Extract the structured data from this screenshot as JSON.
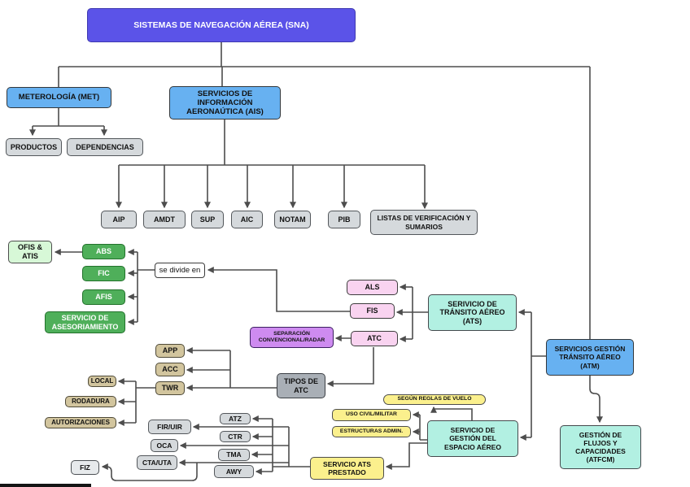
{
  "diagram_title": "SISTEMAS DE NAVEGACIÓN AÉREA (SNA)",
  "palette": {
    "root_purple": "#5b53e8",
    "branch_blue": "#67b1f1",
    "service_teal": "#b2f0e2",
    "ais_green": "#4faf5a",
    "ais_lightgreen": "#d7f8d7",
    "ats_pink": "#f9d3f0",
    "separation_magenta": "#ce8bf0",
    "atc_tan": "#d2c59e",
    "airspace_yellow": "#fbf08d",
    "generic_gray": "#d5d9dc",
    "tipos_gray": "#a9afb6",
    "connector": "#4d4d4d"
  },
  "nodes": {
    "sna": {
      "label": "SISTEMAS DE NAVEGACIÓN AÉREA (SNA)"
    },
    "met": {
      "label": "METEROLOGÍA (MET)"
    },
    "ais": {
      "label": "SERVICIOS DE\nINFORMACIÓN\nAERONAÚTICA (AIS)"
    },
    "productos": {
      "label": "PRODUCTOS"
    },
    "dependencias": {
      "label": "DEPENDENCIAS"
    },
    "aip": {
      "label": "AIP"
    },
    "amdt": {
      "label": "AMDT"
    },
    "sup": {
      "label": "SUP"
    },
    "aic": {
      "label": "AIC"
    },
    "notam": {
      "label": "NOTAM"
    },
    "pib": {
      "label": "PIB"
    },
    "listas": {
      "label": "LISTAS DE VERIFICACIÓN Y\nSUMARIOS"
    },
    "ofis_atis": {
      "label": "OFIS &\nATIS"
    },
    "abs": {
      "label": "ABS"
    },
    "fic": {
      "label": "FIC"
    },
    "afis": {
      "label": "AFIS"
    },
    "asesoramiento": {
      "label": "SERVICIO DE\nASESORIAMIENTO"
    },
    "se_divide_en": {
      "label": "se divide en"
    },
    "als": {
      "label": "ALS"
    },
    "fis": {
      "label": "FIS"
    },
    "atc": {
      "label": "ATC"
    },
    "separacion": {
      "label": "SEPARACIÓN\nCONVENCIONAL/RADAR"
    },
    "ats": {
      "label": "SERIVICIO DE\nTRÁNSITO AÉREO\n(ATS)"
    },
    "atm": {
      "label": "SERVICIOS GESTIÓN\nTRÁNSITO AÉREO\n(ATM)"
    },
    "atfcm": {
      "label": "GESTIÓN DE\nFLUJOS Y\nCAPACIDADES\n(ATFCM)"
    },
    "espacio": {
      "label": "SERVICIO DE\nGESTIÓN DEL\nESPACIO AÉREO"
    },
    "tipos_atc": {
      "label": "TIPOS DE\nATC"
    },
    "app": {
      "label": "APP"
    },
    "acc": {
      "label": "ACC"
    },
    "twr": {
      "label": "TWR"
    },
    "local": {
      "label": "LOCAL"
    },
    "rodadura": {
      "label": "RODADURA"
    },
    "autorizaciones": {
      "label": "AUTORIZACIONES"
    },
    "atz": {
      "label": "ATZ"
    },
    "fir_uir": {
      "label": "FIR/UIR"
    },
    "ctr": {
      "label": "CTR"
    },
    "oca": {
      "label": "OCA"
    },
    "tma": {
      "label": "TMA"
    },
    "cta_uta": {
      "label": "CTA/UTA"
    },
    "awy": {
      "label": "AWY"
    },
    "fiz": {
      "label": "FIZ"
    },
    "segun_reglas": {
      "label": "SEGÚN REGLAS DE VUELO"
    },
    "uso_civil": {
      "label": "USO CIVIL/MILITAR"
    },
    "estructuras": {
      "label": "ESTRUCTURAS ADMIN."
    },
    "ats_prestado": {
      "label": "SERVICIO ATS\nPRESTADO"
    }
  },
  "connections": [
    {
      "from": "sna",
      "to": "met"
    },
    {
      "from": "sna",
      "to": "ais"
    },
    {
      "from": "sna",
      "to": "atm"
    },
    {
      "from": "met",
      "to": "productos"
    },
    {
      "from": "met",
      "to": "dependencias"
    },
    {
      "from": "ais",
      "to": "aip"
    },
    {
      "from": "ais",
      "to": "amdt"
    },
    {
      "from": "ais",
      "to": "sup"
    },
    {
      "from": "ais",
      "to": "aic"
    },
    {
      "from": "ais",
      "to": "notam"
    },
    {
      "from": "ais",
      "to": "pib"
    },
    {
      "from": "ais",
      "to": "listas"
    },
    {
      "from": "fis",
      "to": "se_divide_en"
    },
    {
      "from": "se_divide_en",
      "to": "abs"
    },
    {
      "from": "se_divide_en",
      "to": "fic"
    },
    {
      "from": "se_divide_en",
      "to": "afis"
    },
    {
      "from": "se_divide_en",
      "to": "asesoramiento"
    },
    {
      "from": "abs",
      "to": "ofis_atis"
    },
    {
      "from": "ats",
      "to": "als"
    },
    {
      "from": "ats",
      "to": "fis"
    },
    {
      "from": "ats",
      "to": "atc"
    },
    {
      "from": "atc",
      "to": "separacion"
    },
    {
      "from": "atc",
      "to": "tipos_atc"
    },
    {
      "from": "tipos_atc",
      "to": "app"
    },
    {
      "from": "tipos_atc",
      "to": "acc"
    },
    {
      "from": "tipos_atc",
      "to": "twr"
    },
    {
      "from": "twr",
      "to": "local"
    },
    {
      "from": "twr",
      "to": "rodadura"
    },
    {
      "from": "twr",
      "to": "autorizaciones"
    },
    {
      "from": "atm",
      "to": "ats"
    },
    {
      "from": "atm",
      "to": "espacio"
    },
    {
      "from": "atm",
      "to": "atfcm"
    },
    {
      "from": "espacio",
      "to": "segun_reglas"
    },
    {
      "from": "espacio",
      "to": "uso_civil"
    },
    {
      "from": "espacio",
      "to": "estructuras"
    },
    {
      "from": "espacio",
      "to": "ats_prestado"
    },
    {
      "from": "ats_prestado",
      "to": "atz"
    },
    {
      "from": "ats_prestado",
      "to": "fir_uir"
    },
    {
      "from": "ats_prestado",
      "to": "ctr"
    },
    {
      "from": "ats_prestado",
      "to": "oca"
    },
    {
      "from": "ats_prestado",
      "to": "tma"
    },
    {
      "from": "ats_prestado",
      "to": "cta_uta"
    },
    {
      "from": "ats_prestado",
      "to": "awy"
    },
    {
      "from": "ats_prestado",
      "to": "fiz"
    }
  ]
}
